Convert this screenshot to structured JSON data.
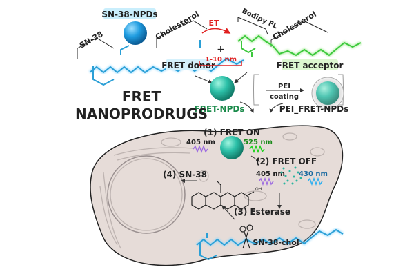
{
  "title_line1": "FRET",
  "title_line2": "NANOPRODRUGS",
  "top": {
    "sn38_npds": "SN-38-NPDs",
    "sn38": "SN-38",
    "cholesterol_donor": "Cholesterol",
    "fret_donor": "FRET donor",
    "et": "ET",
    "plus": "+",
    "distance": "1-10 nm",
    "bodipy": "Bodipy FL",
    "cholesterol_acceptor": "Cholesterol",
    "fret_acceptor": "FRET acceptor",
    "fret_npds": "FRET-NPDs",
    "pei": "PEI",
    "coating": "coating",
    "pei_fret_npds": "PEI_FRET-NPDs"
  },
  "cell": {
    "step1": "(1) FRET ON",
    "ex1": "405 nm",
    "em1": "525 nm",
    "step2": "(2) FRET OFF",
    "ex2": "405 nm",
    "em2": "430 nm",
    "step3": "(3) Esterase",
    "step4": "(4) SN-38",
    "prodrug": "SN-38-chol",
    "oh": "OH"
  },
  "colors": {
    "donor": "#2a9fd6",
    "acceptor": "#3cc83c",
    "teal": "#2bb5a0",
    "red": "#e02020",
    "cell": "#e6dcd8",
    "violet": "#a070e0"
  }
}
